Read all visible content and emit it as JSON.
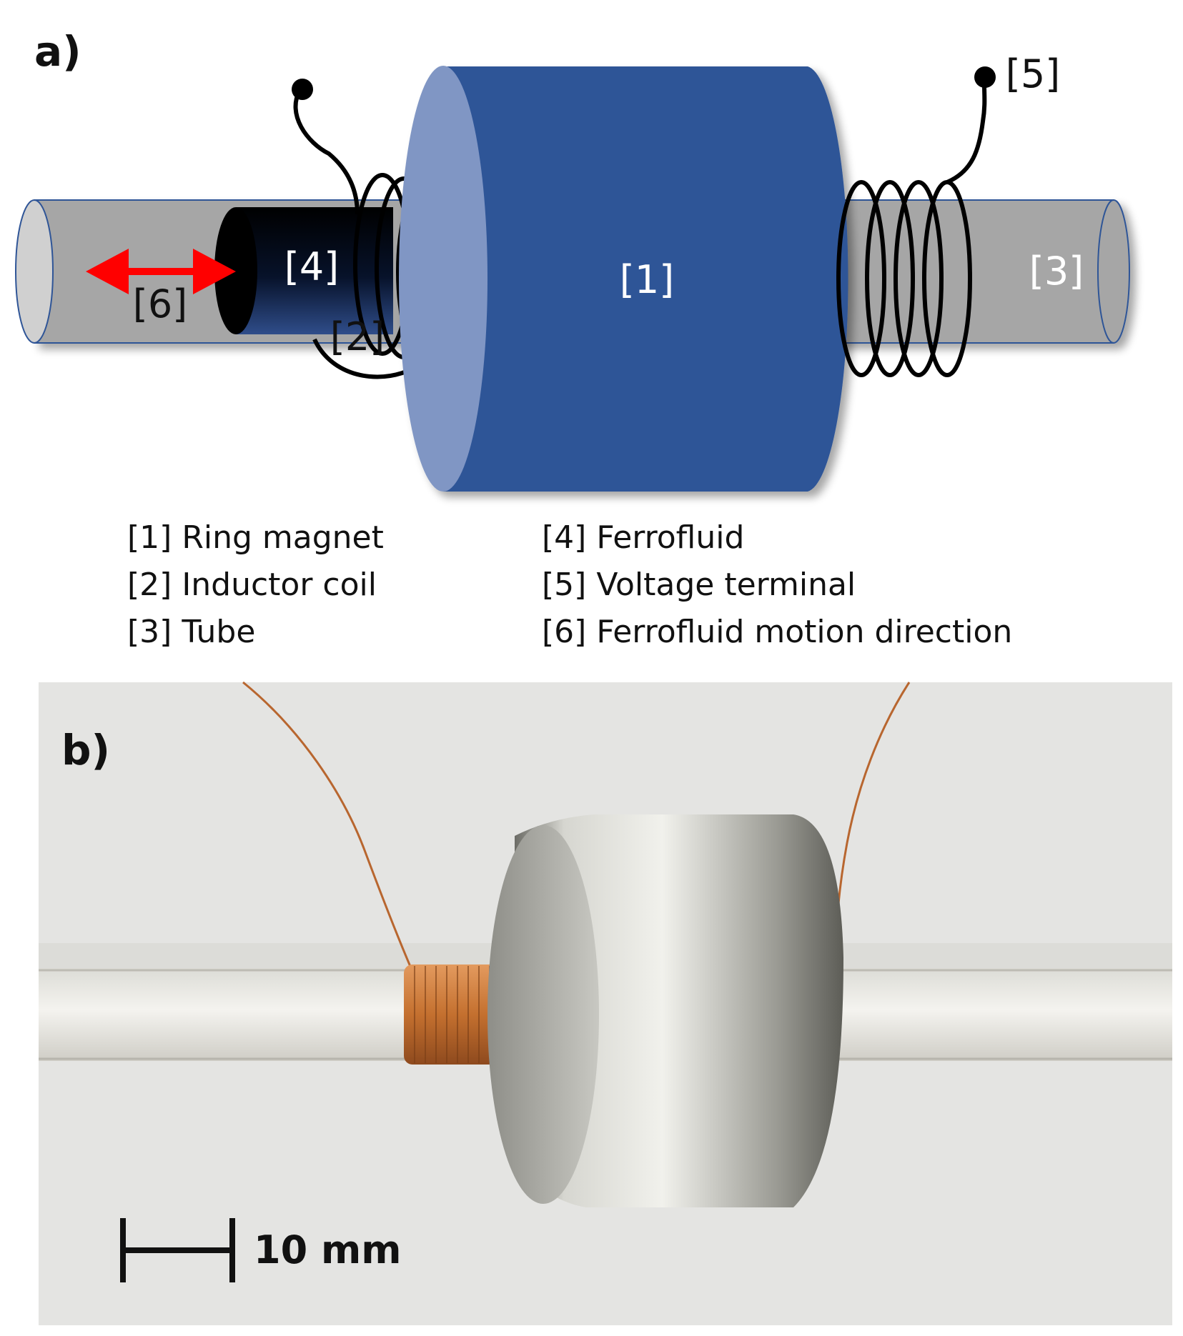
{
  "panel_a": {
    "label": "a)",
    "callouts": {
      "magnet": "[1]",
      "coil": "[2]",
      "tube": "[3]",
      "ferrofluid": "[4]",
      "terminal": "[5]",
      "motion": "[6]"
    },
    "legend": [
      "[1] Ring magnet",
      "[2] Inductor coil",
      "[3] Tube",
      "[4] Ferrofluid",
      "[5] Voltage terminal",
      "[6] Ferrofluid motion direction"
    ],
    "colors": {
      "magnet": "#2f5597",
      "magnet_face": "#8096c4",
      "tube": "#a6a6a6",
      "ferrofluid": "#0d1b33",
      "arrow": "#ff0000",
      "wire": "#000000"
    }
  },
  "panel_b": {
    "label": "b)",
    "scale_bar": "10 mm",
    "colors": {
      "background": "#e4e4e2",
      "copper": "#c0703a",
      "magnet": "#8f8f88"
    }
  }
}
